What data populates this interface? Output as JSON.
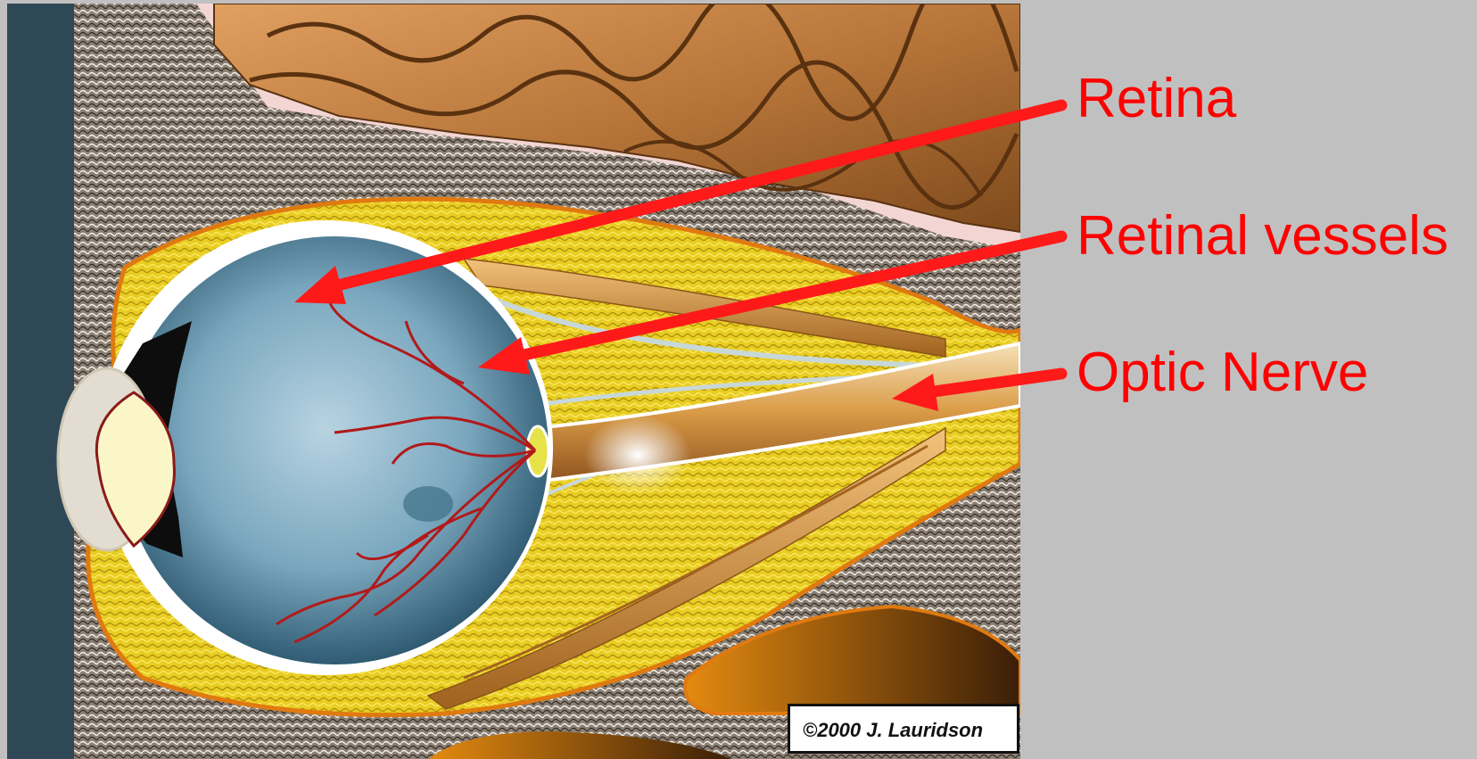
{
  "labels": {
    "retina": "Retina",
    "retinal_vessels": "Retinal vessels",
    "optic_nerve": "Optic Nerve"
  },
  "copyright": "©2000 J. Lauridson",
  "colors": {
    "background": "#c0c0c0",
    "label_red": "#ff0000",
    "arrow_red": "#ff1a1a",
    "eye_blue": "#5e90a8",
    "fat_yellow": "#e8c820",
    "brain_brown": "#b8763a",
    "skin_dark": "#2e4856"
  },
  "icons": {
    "arrow": "red-arrow-icon"
  }
}
